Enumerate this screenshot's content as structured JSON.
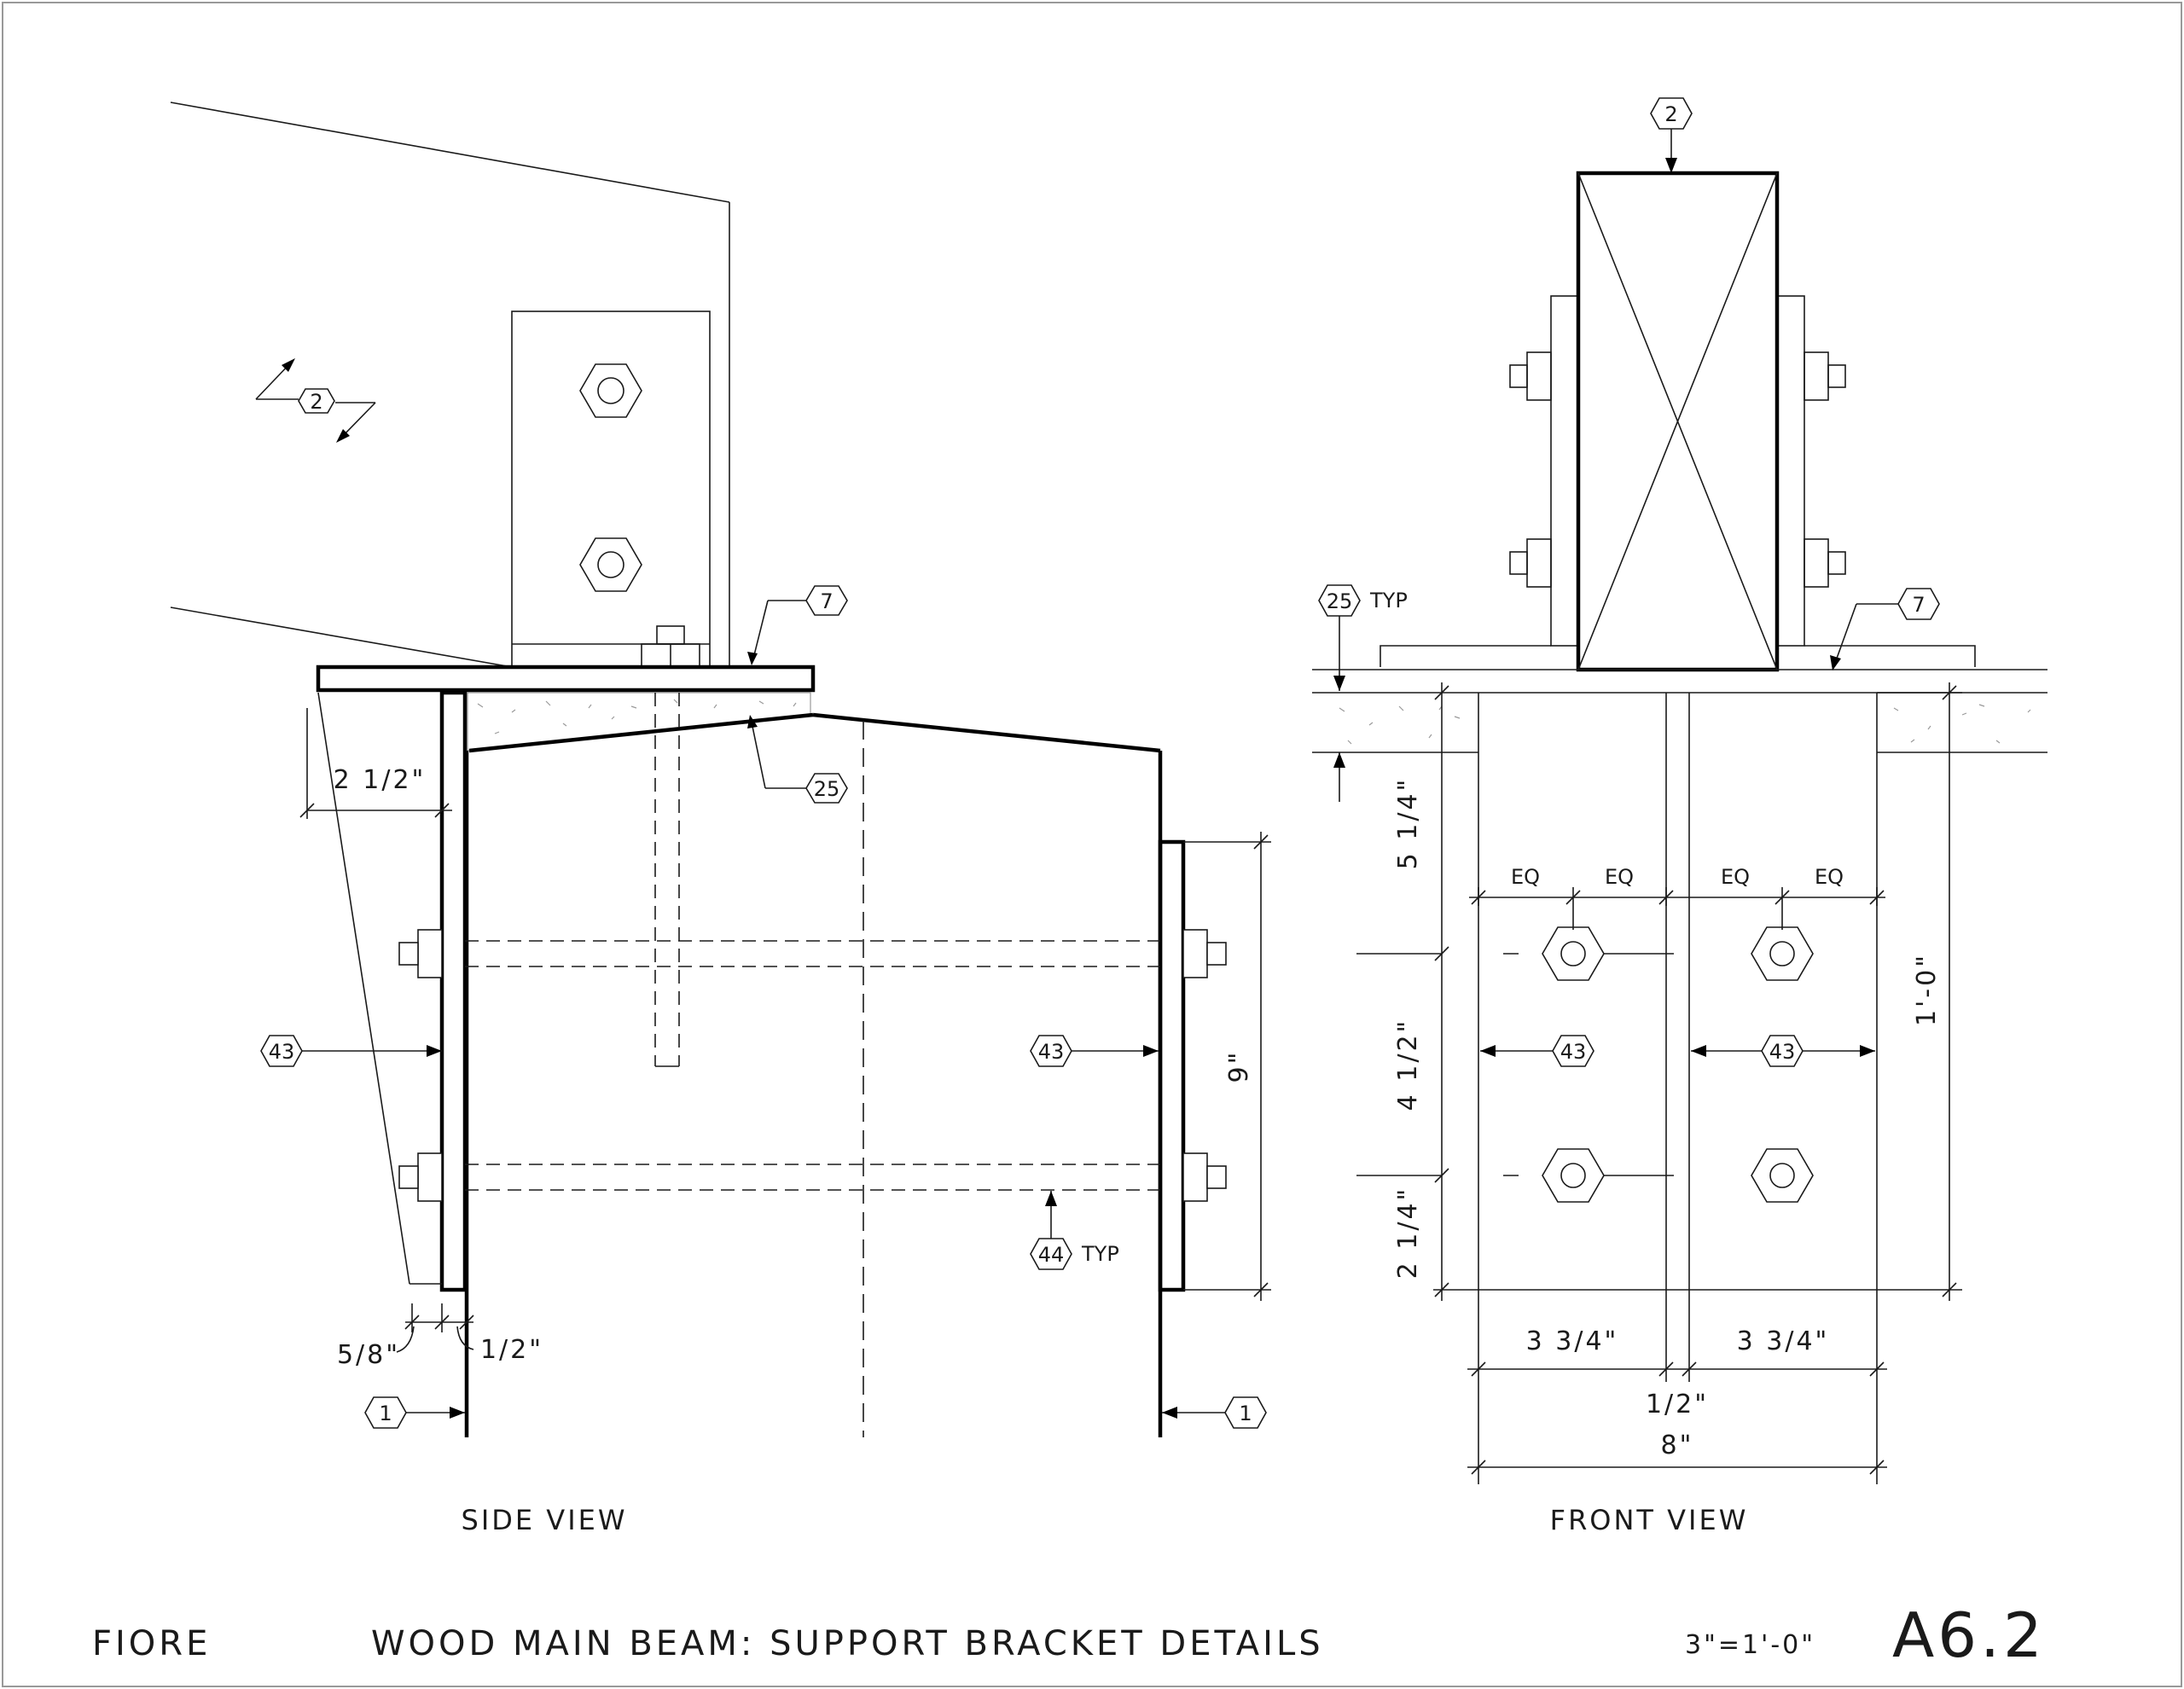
{
  "sheet": {
    "project": "FIORE",
    "title": "WOOD MAIN BEAM:  SUPPORT BRACKET DETAILS",
    "scale": "3\"=1'-0\"",
    "sheet_number": "A6.2"
  },
  "views": {
    "side": "SIDE VIEW",
    "front": "FRONT VIEW"
  },
  "tags": {
    "t1": "1",
    "t2": "2",
    "t7": "7",
    "t25": "25",
    "t43": "43",
    "t44": "44",
    "typ": "TYP"
  },
  "dims": {
    "side_2_1_2": "2 1/2\"",
    "side_9": "9\"",
    "side_5_8": "5/8\"",
    "side_1_2": "1/2\"",
    "front_5_1_4": "5 1/4\"",
    "front_4_1_2": "4 1/2\"",
    "front_2_1_4": "2 1/4\"",
    "front_1_0": "1'-0\"",
    "front_3_3_4_a": "3 3/4\"",
    "front_3_3_4_b": "3 3/4\"",
    "front_1_2": "1/2\"",
    "front_8": "8\"",
    "eq": "EQ"
  }
}
